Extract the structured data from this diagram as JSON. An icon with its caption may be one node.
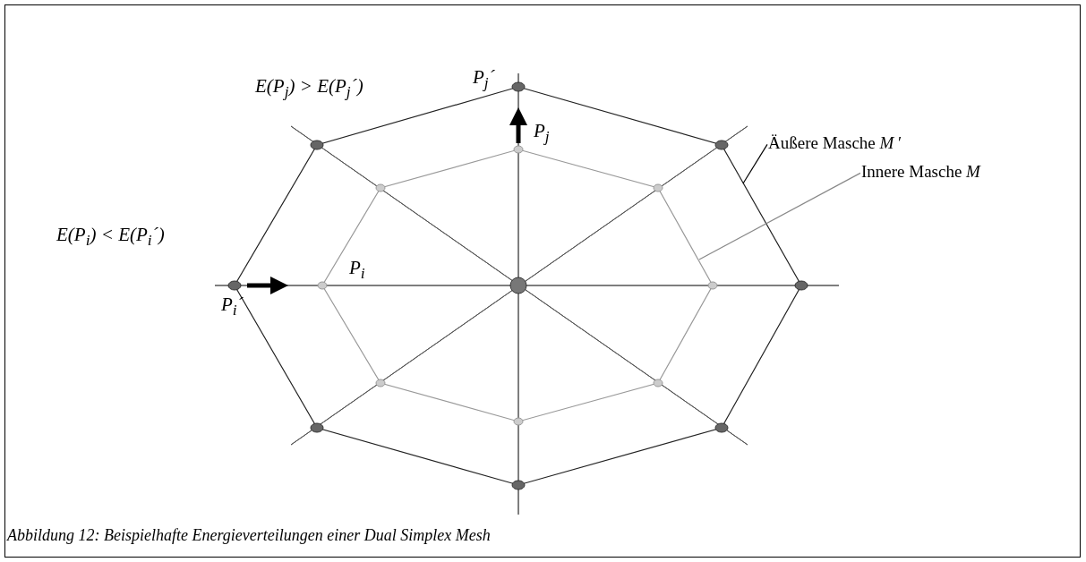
{
  "diagram": {
    "caption": "Abbildung 12: Beispielhafte Energieverteilungen einer Dual Simplex Mesh",
    "nodes": [
      {
        "text": [
          "Äußere Masche *M* ′"
        ]
      },
      {
        "text": [
          "Innere Masche *M*"
        ]
      }
    ],
    "edges": [
      {
        "from": 0,
        "to": null,
        "arrow": "none"
      },
      {
        "from": 1,
        "to": null,
        "arrow": "none",
        "color": "#888888"
      }
    ],
    "labels": [
      "P$_{j}$´",
      "E(P$_{j}$) > E(P$_{j}$´)",
      "P$_{j}$",
      "E(P$_{i}$) < E(P$_{i}$´)",
      "P$_{i}$",
      "P$_{i}$´"
    ]
  }
}
